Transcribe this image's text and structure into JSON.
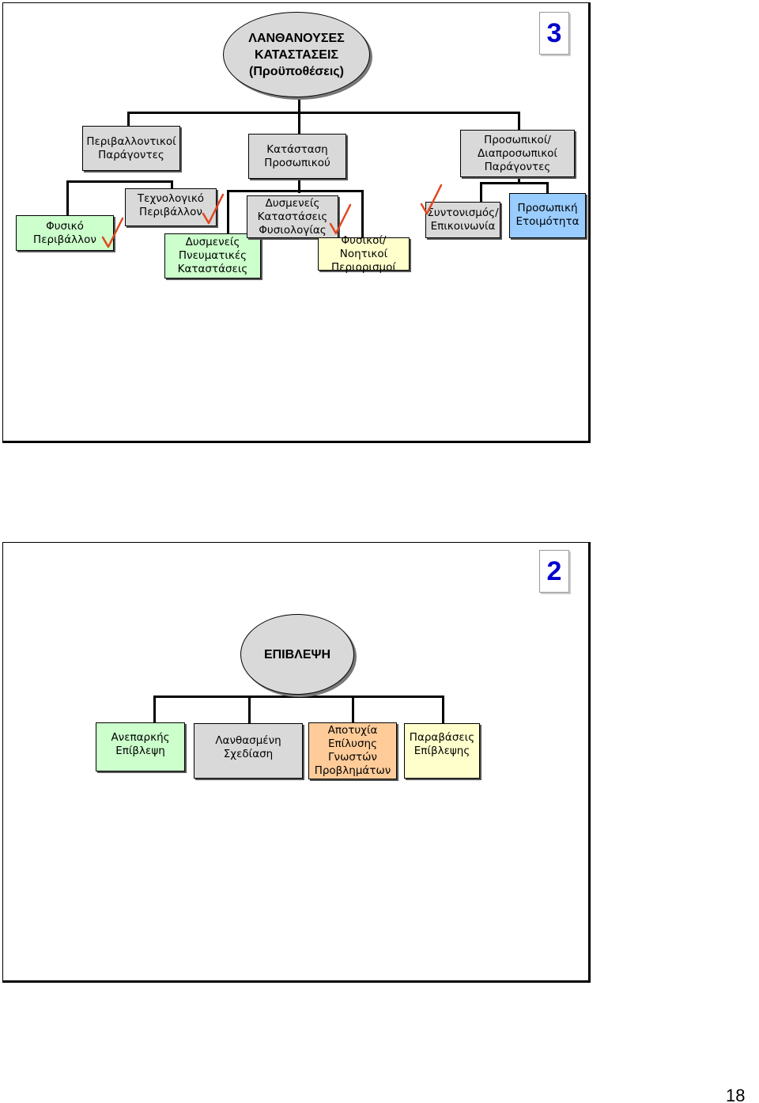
{
  "colors": {
    "grey": "#d9d9d9",
    "green": "#ccffcc",
    "yellow": "#ffffcc",
    "blue": "#99ccff",
    "orange": "#ffcc99",
    "check": "#e2471e",
    "number": "#0000cc"
  },
  "slide_top": {
    "number": "3",
    "root": "ΛΑΝΘΑΝΟΥΣΕΣ\nΚΑΤΑΣΤΑΣΕΙΣ\n(Προϋποθέσεις)",
    "env": "Περιβαλλοντικοί\nΠαράγοντες",
    "staff": "Κατάσταση\nΠροσωπικού",
    "personal": "Προσωπικοί/\nΔιαπροσωπικοί\nΠαράγοντες",
    "physical_env": "Φυσικό\nΠεριβάλλον",
    "tech_env": "Τεχνολογικό\nΠεριβάλλον",
    "mental": "Δυσμενείς\nΠνευματικές\nΚαταστάσεις",
    "physio": "Δυσμενείς\nΚαταστάσεις\nΦυσιολογίας",
    "limits": "Φυσικοί/Νοητικοί\nΠεριορισμοί",
    "coord": "Συντονισμός/\nΕπικοινωνία",
    "readiness": "Προσωπική\nΕτοιμότητα",
    "check_icon": "check-mark-icon"
  },
  "slide_bottom": {
    "number": "2",
    "root": "ΕΠΙΒΛΕΨΗ",
    "inadequate": "Ανεπαρκής\nΕπίβλεψη",
    "planning": "Λανθασμένη\nΣχεδίαση",
    "failure": "Αποτυχία\nΕπίλυσης\nΓνωστών\nΠροβλημάτων",
    "violations": "Παραβάσεις\nΕπίβλεψης"
  },
  "page_number": "18"
}
